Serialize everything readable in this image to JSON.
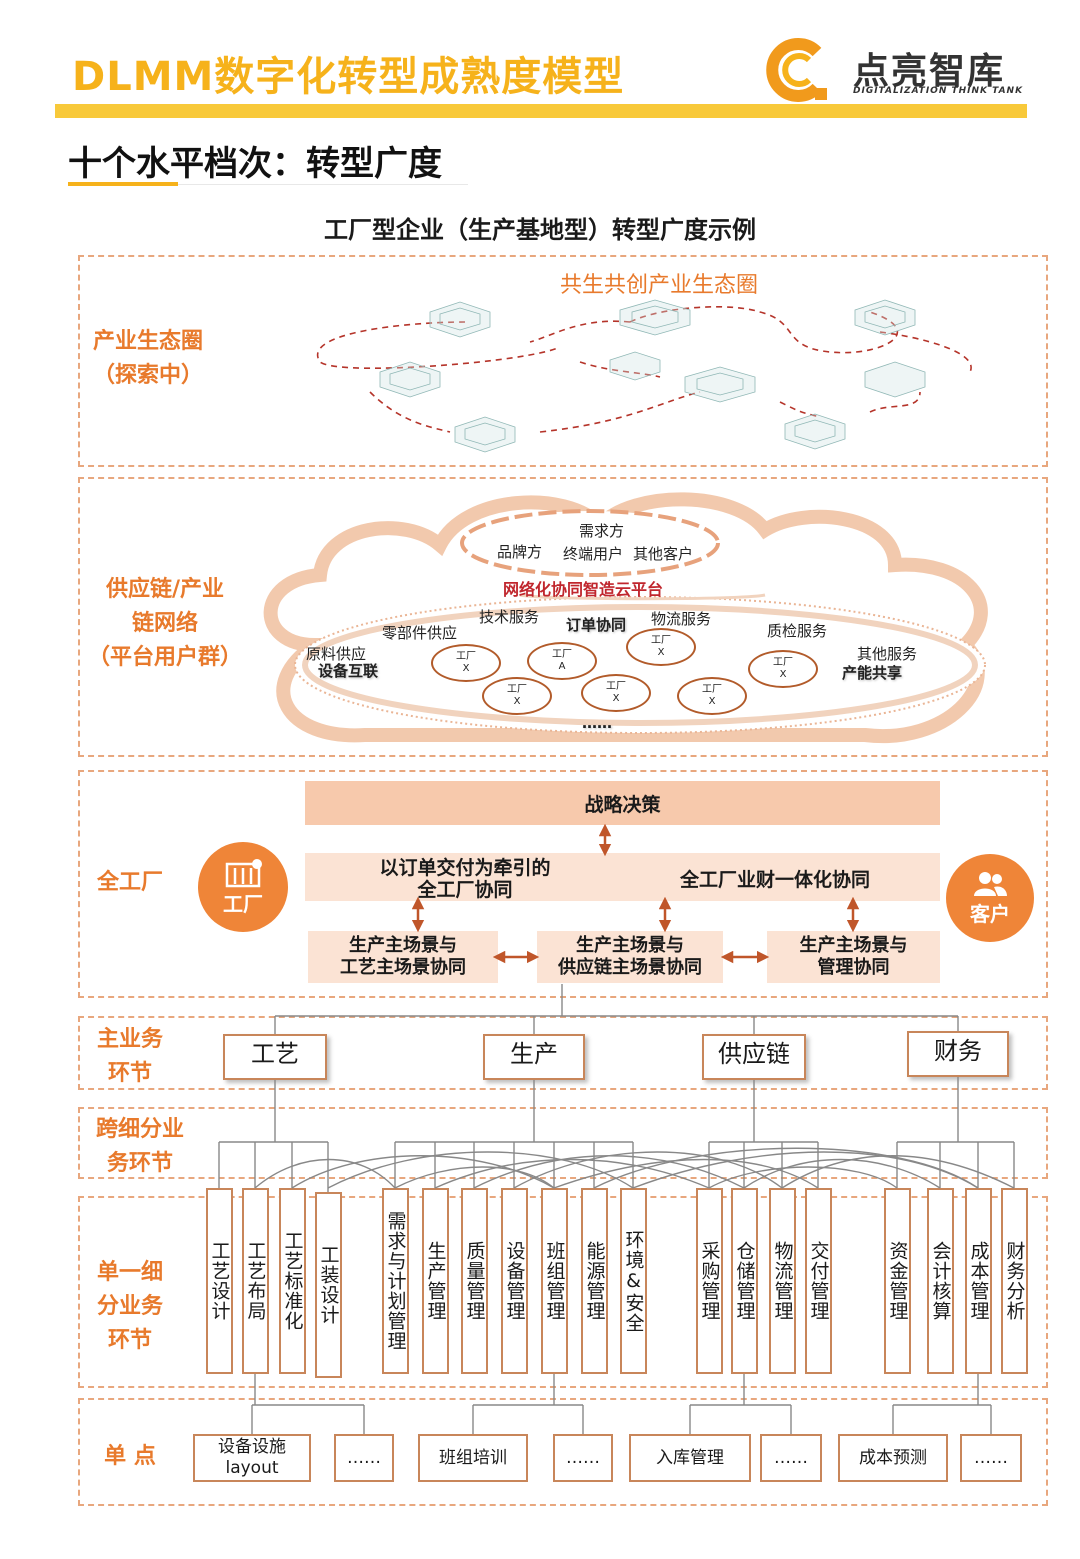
{
  "header": {
    "title": "DLMM数字化转型成熟度模型",
    "logo_cn": "点亮智库",
    "logo_en": "DIGITALIZATION THINK TANK"
  },
  "subtitle": "十个水平档次：转型广度",
  "diagram_title": "工厂型企业（生产基地型）转型广度示例",
  "sections": {
    "ecosystem": {
      "label_line1": "产业生态圈",
      "label_line2": "（探索中）",
      "title": "共生共创产业生态圈"
    },
    "supply_chain": {
      "label_line1": "供应链/产业",
      "label_line2": "链网络",
      "label_line3": "（平台用户群）",
      "demand_title": "需求方",
      "demand_brand": "品牌方",
      "demand_end": "终端用户",
      "demand_other": "其他客户",
      "platform": "网络化协同智造云平台",
      "services": {
        "raw": "原料供应",
        "device": "设备互联",
        "parts": "零部件供应",
        "tech": "技术服务",
        "order": "订单协同",
        "logistics": "物流服务",
        "quality": "质检服务",
        "other": "其他服务",
        "capacity": "产能共享",
        "more": "……"
      },
      "factory_label": "工厂",
      "factories": [
        "X",
        "A",
        "X",
        "X",
        "X",
        "X",
        "X"
      ]
    },
    "whole_factory": {
      "label": "全工厂",
      "strategy": "战略决策",
      "order_line1": "以订单交付为牵引的",
      "order_line2": "全工厂协同",
      "finance": "全工厂业财一体化协同",
      "sub1_line1": "生产主场景与",
      "sub1_line2": "工艺主场景协同",
      "sub2_line1": "生产主场景与",
      "sub2_line2": "供应链主场景协同",
      "sub3_line1": "生产主场景与",
      "sub3_line2": "管理协同",
      "factory_icon_label": "工厂",
      "customer_icon_label": "客户"
    },
    "main_business": {
      "label_line1": "主业务",
      "label_line2": "环节",
      "items": [
        "工艺",
        "生产",
        "供应链",
        "财务"
      ]
    },
    "cross": {
      "label_line1": "跨细分业",
      "label_line2": "务环节"
    },
    "single": {
      "label_line1": "单一细",
      "label_line2": "分业务",
      "label_line3": "环节",
      "items": [
        "工艺设计",
        "工艺布局",
        "工艺标准化",
        "工装设计",
        "需求与计划管理",
        "生产管理",
        "质量管理",
        "设备管理",
        "班组管理",
        "能源管理",
        "环境&安全",
        "采购管理",
        "仓储管理",
        "物流管理",
        "交付管理",
        "资金管理",
        "会计核算",
        "成本管理",
        "财务分析"
      ]
    },
    "points": {
      "label": "单 点",
      "items": [
        "设备设施\nlayout",
        "……",
        "班组培训",
        "……",
        "入库管理",
        "……",
        "成本预测",
        "……"
      ]
    }
  },
  "colors": {
    "accent": "#f6b21b",
    "orange": "#e87a2c",
    "border": "#c8865a",
    "salmon": "#f7c9ac"
  }
}
